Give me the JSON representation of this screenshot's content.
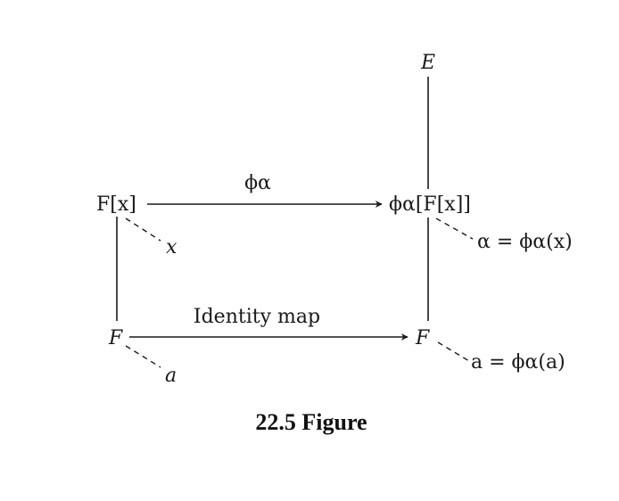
{
  "nodes": {
    "E": "E",
    "phi_fx": "ϕα[F[x]]",
    "Fx": "F[x]",
    "x": "x",
    "alpha_eq": "α = ϕα(x)",
    "F_left": "F",
    "F_right": "F",
    "a": "a",
    "a_eq": "a = ϕα(a)"
  },
  "arrows": {
    "top_label": "ϕα",
    "bottom_label": "Identity map"
  },
  "caption": "22.5 Figure"
}
